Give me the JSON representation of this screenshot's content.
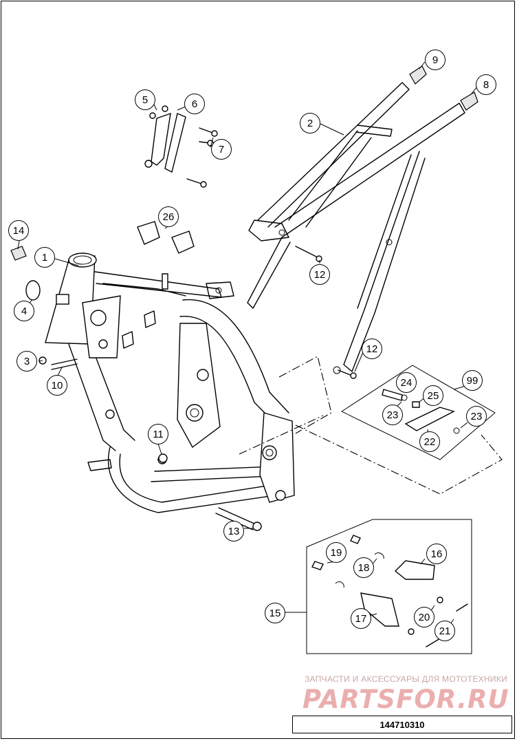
{
  "callouts": [
    {
      "label": "1"
    },
    {
      "label": "2"
    },
    {
      "label": "3"
    },
    {
      "label": "4"
    },
    {
      "label": "5"
    },
    {
      "label": "6"
    },
    {
      "label": "7"
    },
    {
      "label": "8"
    },
    {
      "label": "9"
    },
    {
      "label": "10"
    },
    {
      "label": "11"
    },
    {
      "label": "12"
    },
    {
      "label": "12"
    },
    {
      "label": "13"
    },
    {
      "label": "14"
    },
    {
      "label": "15"
    },
    {
      "label": "16"
    },
    {
      "label": "17"
    },
    {
      "label": "18"
    },
    {
      "label": "19"
    },
    {
      "label": "20"
    },
    {
      "label": "21"
    },
    {
      "label": "22"
    },
    {
      "label": "23"
    },
    {
      "label": "23"
    },
    {
      "label": "24"
    },
    {
      "label": "25"
    },
    {
      "label": "26"
    },
    {
      "label": "99"
    }
  ],
  "watermark": {
    "caption": "ЗАПЧАСТИ И АКСЕССУАРЫ ДЛЯ МОТОТЕХНИКИ",
    "brand": "PARTSFOR.RU"
  },
  "diagram_number": "144710310"
}
